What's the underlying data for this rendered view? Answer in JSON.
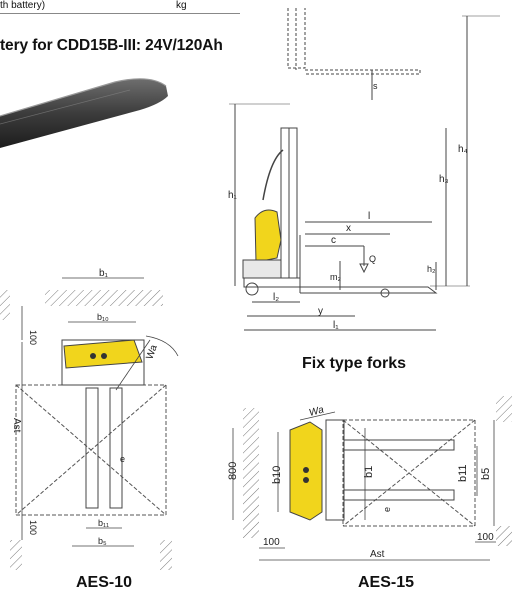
{
  "spec_row": {
    "text": "th battery)",
    "unit": "kg"
  },
  "battery_title": "tery for CDD15B-III: 24V/120Ah",
  "captions": {
    "fix_type": "Fix type forks",
    "aes10": "AES-10",
    "aes15": "AES-15"
  },
  "side_view_labels": {
    "s": "s",
    "h1": "h₁",
    "h3": "h₃",
    "h4": "h₄",
    "l": "l",
    "x": "x",
    "c": "c",
    "Q": "Q",
    "m2": "m₂",
    "h2": "h₂",
    "l2": "l₂",
    "y": "y",
    "l1": "l₁"
  },
  "aes10_labels": {
    "b1": "b₁",
    "b10": "b₁₀",
    "dim100_top": "100",
    "Wa": "Wa",
    "Ast": "Ast",
    "e": "e",
    "dim100_bottom": "100",
    "b11": "b₁₁",
    "b5": "b₅"
  },
  "aes15_labels": {
    "Wa": "Wa",
    "dim800": "800",
    "b10": "b10",
    "b1": "b1",
    "b11": "b11",
    "b5": "b5",
    "e": "e",
    "dim100_left": "100",
    "dim100_right": "100",
    "Ast": "Ast"
  },
  "colors": {
    "machine_yellow": "#f1d51c",
    "line": "#444444",
    "hatch": "#777777",
    "battery_dark": "#3a3a3a"
  }
}
